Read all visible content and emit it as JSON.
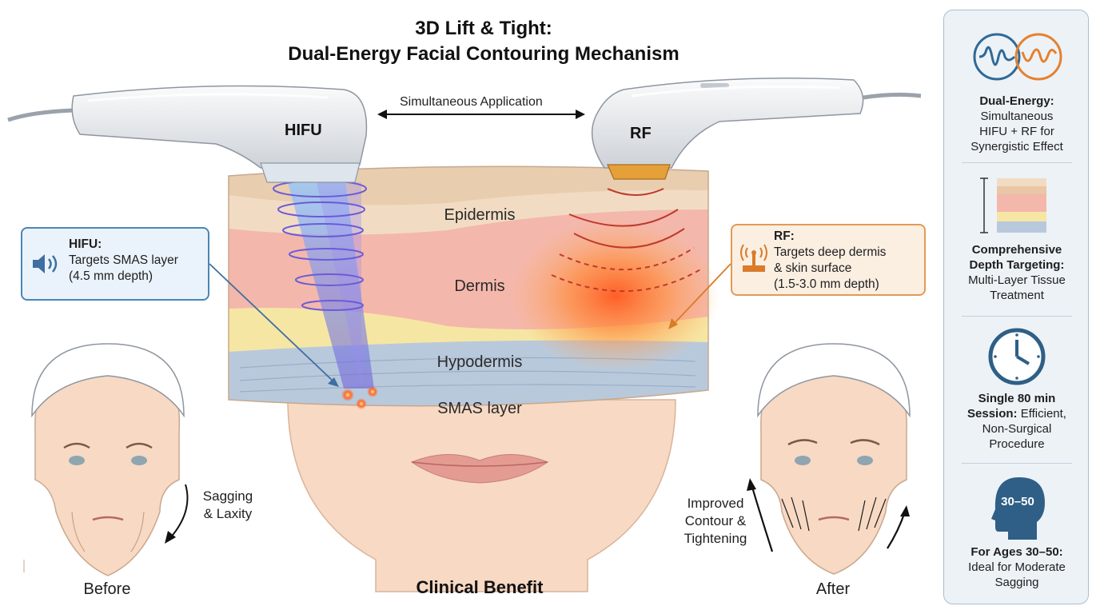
{
  "title": {
    "line1": "3D Lift & Tight:",
    "line2": "Dual-Energy Facial Contouring Mechanism"
  },
  "probes": {
    "hifu_label": "HIFU",
    "rf_label": "RF",
    "simultaneous": "Simultaneous Application"
  },
  "layers": {
    "epidermis": "Epidermis",
    "dermis": "Dermis",
    "hypodermis": "Hypodermis",
    "smas": "SMAS layer"
  },
  "callouts": {
    "hifu": {
      "title": "HIFU:",
      "line1": "Targets SMAS layer",
      "line2": "(4.5 mm depth)",
      "icon": "speaker-icon"
    },
    "rf": {
      "title": "RF:",
      "line1": "Targets deep dermis",
      "line2": "& skin surface",
      "line3": "(1.5-3.0 mm depth)",
      "icon": "radio-wave-icon"
    }
  },
  "faces": {
    "before_label": "Before",
    "before_note_line1": "Sagging",
    "before_note_line2": "& Laxity",
    "after_label": "After",
    "after_note_line1": "Improved",
    "after_note_line2": "Contour &",
    "after_note_line3": "Tightening"
  },
  "benefit_label": "Clinical Benefit",
  "sidebar": {
    "items": [
      {
        "icon": "dual-wave-icon",
        "bold": "Dual-Energy:",
        "line1": "Simultaneous",
        "line2": "HIFU + RF for",
        "line3": "Synergistic Effect"
      },
      {
        "icon": "layers-icon",
        "bold1": "Comprehensive",
        "bold2": "Depth Targeting:",
        "line1": "Multi-Layer Tissue",
        "line2": "Treatment"
      },
      {
        "icon": "clock-icon",
        "bold1": "Single 80 min",
        "bold2": "Session:",
        "rest2": " Efficient,",
        "line1": "Non-Surgical",
        "line2": "Procedure"
      },
      {
        "icon": "head-icon",
        "badge": "30–50",
        "bold": "For Ages 30–50:",
        "line1": "Ideal for Moderate",
        "line2": "Sagging"
      }
    ]
  },
  "colors": {
    "hifu_blue": "#4a86b6",
    "rf_orange": "#e8692e",
    "panel_bg": "#edf2f7",
    "epidermis": "#f1dcc3",
    "dermis": "#f4b7ab",
    "hypodermis": "#f6e6a4",
    "smas": "#b9c9dc"
  }
}
